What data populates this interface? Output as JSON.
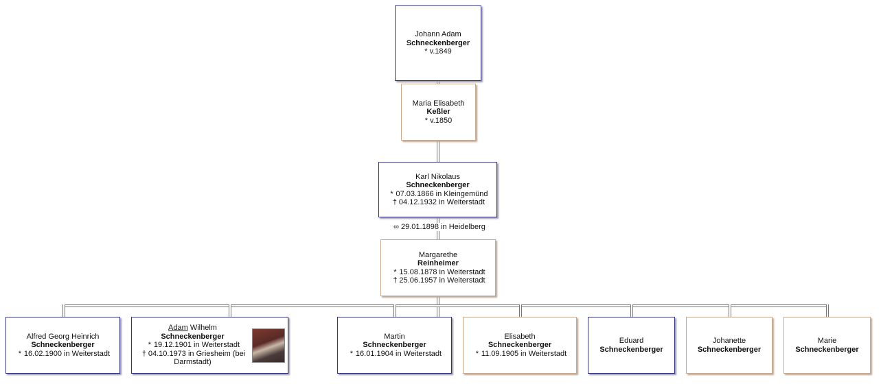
{
  "ancestors": [
    {
      "given": "Johann Adam",
      "surname": "Schneckenberger",
      "birth": "v.1849",
      "gender": "m"
    },
    {
      "given": "Maria Elisabeth",
      "surname": "Keßler",
      "birth": "v.1850",
      "gender": "f"
    },
    {
      "given": "Karl Nikolaus",
      "surname": "Schneckenberger",
      "birth": "07.03.1866 in Kleingemünd",
      "death": "04.12.1932 in Weiterstadt",
      "gender": "m"
    },
    {
      "given": "Margarethe",
      "surname": "Reinheimer",
      "birth": "15.08.1878 in Weiterstadt",
      "death": "25.06.1957 in Weiterstadt",
      "gender": "f"
    }
  ],
  "marriage": "29.01.1898 in Heidelberg",
  "symbols": {
    "birth": "*",
    "death": "†",
    "marriage": "∞"
  },
  "children": [
    {
      "given": "Alfred Georg Heinrich",
      "surname": "Schneckenberger",
      "birth": "16.02.1900 in Weiterstadt"
    },
    {
      "given_call": "Adam",
      "given_rest": "Wilhelm",
      "surname": "Schneckenberger",
      "birth": "19.12.1901 in Weiterstadt",
      "death": "04.10.1973 in Griesheim (bei Darmstadt)"
    },
    {
      "given": "Martin",
      "surname": "Schneckenberger",
      "birth": "16.01.1904 in Weiterstadt"
    },
    {
      "given": "Elisabeth",
      "surname": "Schneckenberger",
      "birth": "11.09.1905 in Weiterstadt"
    },
    {
      "given": "Eduard",
      "surname": "Schneckenberger"
    },
    {
      "given": "Johanette",
      "surname": "Schneckenberger"
    },
    {
      "given": "Marie",
      "surname": "Schneckenberger"
    }
  ],
  "colors": {
    "male_border": "#35357f",
    "female_border": "#c9a98f"
  }
}
